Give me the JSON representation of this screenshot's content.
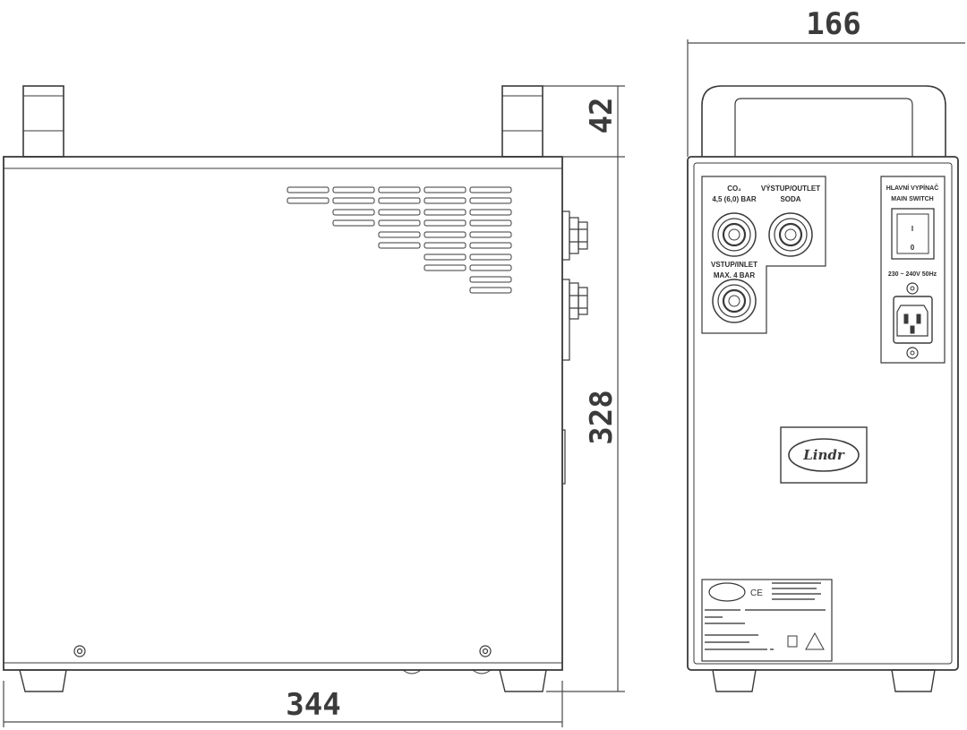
{
  "dimensions": {
    "width_side": "344",
    "height_total_body": "328",
    "handle_height": "42",
    "width_back": "166"
  },
  "back_panel": {
    "co2_label_line1": "CO₂",
    "co2_label_line2": "4,5 (6,0) BAR",
    "outlet_label_line1": "VÝSTUP/OUTLET",
    "outlet_label_line2": "SODA",
    "inlet_label_line1": "VSTUP/INLET",
    "inlet_label_line2": "MAX. 4 BAR",
    "switch_label_line1": "HLAVNÍ VYPÍNAČ",
    "switch_label_line2": "MAIN SWITCH",
    "switch_on": "I",
    "switch_off": "0",
    "power_label": "230 ~ 240V 50Hz",
    "logo_text": "Lindr",
    "ce_mark": "CE"
  },
  "colors": {
    "line": "#3a3a3a",
    "dimension": "#4a4a4a",
    "background": "#ffffff"
  }
}
